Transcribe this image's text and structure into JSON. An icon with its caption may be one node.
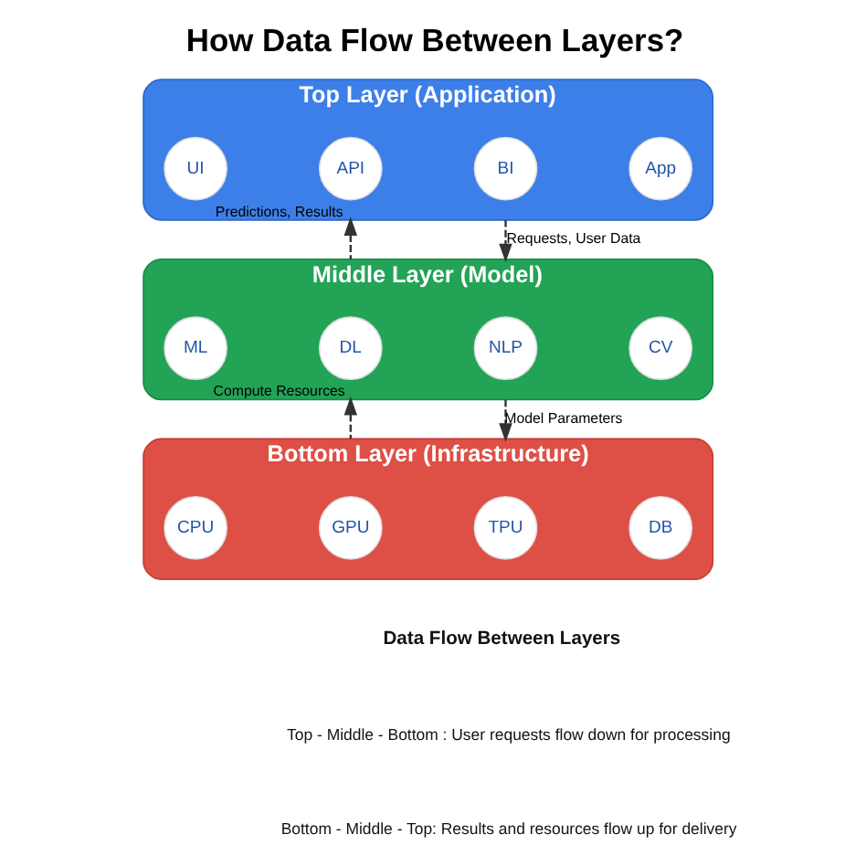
{
  "diagram": {
    "title": "How Data Flow Between Layers?",
    "nodes": [
      {
        "text": [
          "Top Layer (Application)"
        ]
      },
      {
        "text": [
          "UI"
        ],
        "in": 0
      },
      {
        "text": [
          "API"
        ],
        "in": 0
      },
      {
        "text": [
          "BI"
        ],
        "in": 0
      },
      {
        "text": [
          "App"
        ],
        "in": 0
      },
      {
        "text": [
          "Middle Layer (Model)"
        ]
      },
      {
        "text": [
          "ML"
        ],
        "in": 5
      },
      {
        "text": [
          "DL"
        ],
        "in": 5
      },
      {
        "text": [
          "NLP"
        ],
        "in": 5
      },
      {
        "text": [
          "CV"
        ],
        "in": 5
      },
      {
        "text": [
          "Bottom Layer (Infrastructure)"
        ]
      },
      {
        "text": [
          "CPU"
        ],
        "in": 10
      },
      {
        "text": [
          "GPU"
        ],
        "in": 10
      },
      {
        "text": [
          "TPU"
        ],
        "in": 10
      },
      {
        "text": [
          "DB"
        ],
        "in": 10
      }
    ],
    "edges": [
      {
        "from": 5,
        "to": 0,
        "arrow": "to",
        "style": "dashed",
        "label": "Predictions, Results"
      },
      {
        "from": 0,
        "to": 5,
        "arrow": "to",
        "style": "dashed",
        "label": "Requests, User Data"
      },
      {
        "from": 10,
        "to": 5,
        "arrow": "to",
        "style": "dashed",
        "label": "Compute Resources"
      },
      {
        "from": 5,
        "to": 10,
        "arrow": "to",
        "style": "dashed",
        "label": "Model Parameters"
      }
    ],
    "labels": [
      "Data Flow Between Layers",
      "Top - Middle - Bottom : User requests flow down for processing",
      "Bottom - Middle - Top: Results and resources flow up for delivery"
    ]
  }
}
